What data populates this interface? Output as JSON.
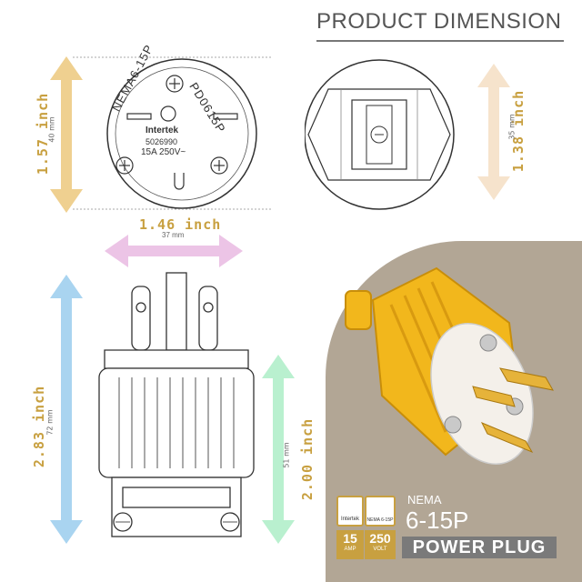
{
  "header": {
    "title": "PRODUCT DIMENSION"
  },
  "face_view": {
    "top_text": "NEMA6-15P",
    "right_text": "PD0615P",
    "brand": "Intertek",
    "code": "5026990",
    "rating": "15A 250V~",
    "height_in": "1.57 inch",
    "height_mm": "40 mm",
    "arrow_color": "#efd090"
  },
  "side_view": {
    "height_in": "1.38 inch",
    "height_mm": "35 mm",
    "arrow_color": "#f6e3cc"
  },
  "front_view": {
    "width_in": "1.46 inch",
    "width_mm": "37 mm",
    "width_color": "#ecc4e6",
    "total_height_in": "2.83 inch",
    "total_height_mm": "72 mm",
    "total_color": "#a9d4f0",
    "body_height_in": "2.00 inch",
    "body_height_mm": "51 mm",
    "body_color": "#b9f0cf",
    "label_color": "#c8a040"
  },
  "product": {
    "standard_label": "NEMA",
    "model": "6-15P",
    "type": "POWER PLUG",
    "badge_cert": "Intertek",
    "badge_nema": "NEMA 6-15P",
    "amp_value": "15",
    "amp_unit": "AMP",
    "volt_value": "250",
    "volt_unit": "VOLT",
    "body_color": "#f2b71c",
    "panel_color": "#b2a695"
  }
}
